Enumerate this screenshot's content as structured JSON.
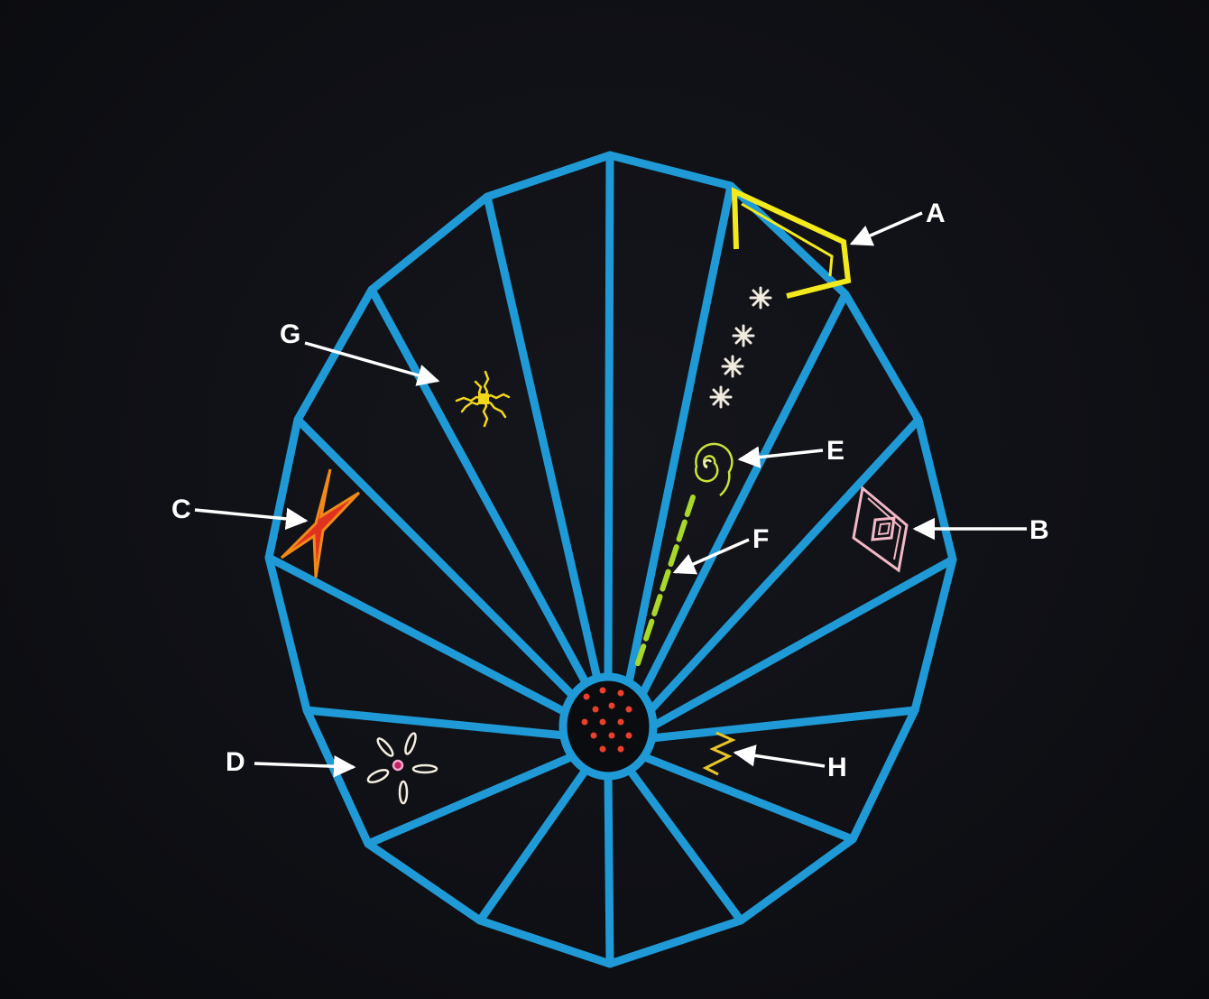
{
  "callouts": {
    "A": "A",
    "B": "B",
    "C": "C",
    "D": "D",
    "E": "E",
    "F": "F",
    "G": "G",
    "H": "H"
  },
  "colors": {
    "background": "#101116",
    "web": "#1f9ad6",
    "label": "#ffffff",
    "shooter_yellow": "#f2ea1c",
    "flipper_red": "#e0321e",
    "flipper_orange": "#f08a1a",
    "tanker_pink": "#f2b8c6",
    "spiker_green": "#a9d82a",
    "fuseball_white": "#f4eedf",
    "spike_yellow": "#e8c62a",
    "pulsar_yellow": "#f0d34a",
    "core_dot_red": "#e8402a"
  },
  "icons": {
    "A": "player-shooter-claw",
    "B": "tanker-diamond",
    "C": "flipper-bowtie",
    "D": "fuseball-petals",
    "E": "spiker-spiral",
    "F": "spike-dashed-line",
    "G": "sparkle-star",
    "H": "pulsar-zigzag"
  }
}
